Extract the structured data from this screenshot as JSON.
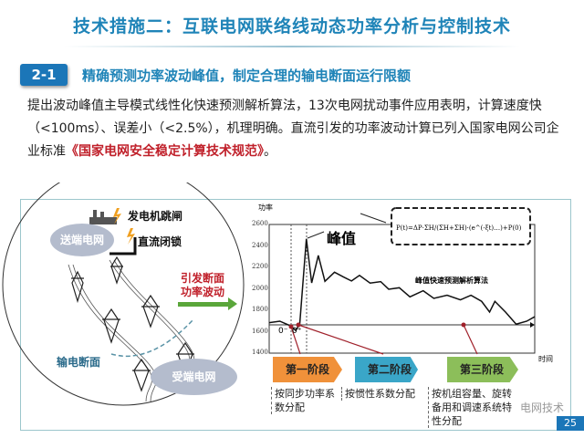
{
  "title": "技术措施二：互联电网联络线动态功率分析与控制技术",
  "section": {
    "badge": "2-1",
    "title": "精确预测功率波动峰值，制定合理的输电断面运行限额"
  },
  "paragraph": {
    "text1": "提出波动峰值主导模式线性化快速预测解析算法，13次电网扰动事件应用表明，计算速度快（<100ms）、误差小（<2.5%），机理明确。直流引发的功率波动计算已列入国家电网公司企业标准",
    "highlight": "《国家电网安全稳定计算技术规范》",
    "end": "。"
  },
  "diagram": {
    "sending_grid": "送端电网",
    "receiving_grid": "受端电网",
    "generator_trip": "发电机跳闸",
    "dc_block": "直流闭锁",
    "cause_line1": "引发断面",
    "cause_line2": "功率波动",
    "section_label": "输电断面"
  },
  "chart_data": {
    "type": "line",
    "ylabel": "功率",
    "xlabel": "时间",
    "ylim": [
      1400,
      2600
    ],
    "yticks": [
      "2600",
      "2400",
      "2200",
      "2000",
      "1800",
      "1600",
      "1400"
    ],
    "peak_label": "峰值",
    "formula_caption": "峰值快速预测解析算法",
    "t0_minus": "0⁻",
    "t0_plus": "0⁺",
    "x": [
      0,
      4,
      8,
      10,
      11.5,
      14,
      16,
      18.5,
      21,
      24.6,
      28,
      31,
      34,
      38,
      42,
      45,
      49,
      53,
      58,
      62,
      67,
      72,
      76,
      80,
      83,
      85,
      89,
      93,
      97,
      100
    ],
    "y": [
      1684,
      1698,
      1655,
      1612,
      1670,
      2467,
      2055,
      2311,
      2070,
      2155,
      2110,
      2073,
      2125,
      2053,
      2067,
      1996,
      2010,
      1925,
      1982,
      1911,
      1940,
      1897,
      1940,
      1883,
      1783,
      1883,
      1783,
      1670,
      1698,
      1740
    ]
  },
  "stages": [
    {
      "label": "第一阶段",
      "desc": "按同步功率系数分配",
      "color": "#f0913a"
    },
    {
      "label": "第二阶段",
      "desc": "按惯性系数分配",
      "color": "#3aa6c8"
    },
    {
      "label": "第三阶段",
      "desc": "按机组容量、旋转备用和调速系统特性分配",
      "color": "#8cbe5a"
    }
  ],
  "watermark": "电网技术",
  "page": "25"
}
